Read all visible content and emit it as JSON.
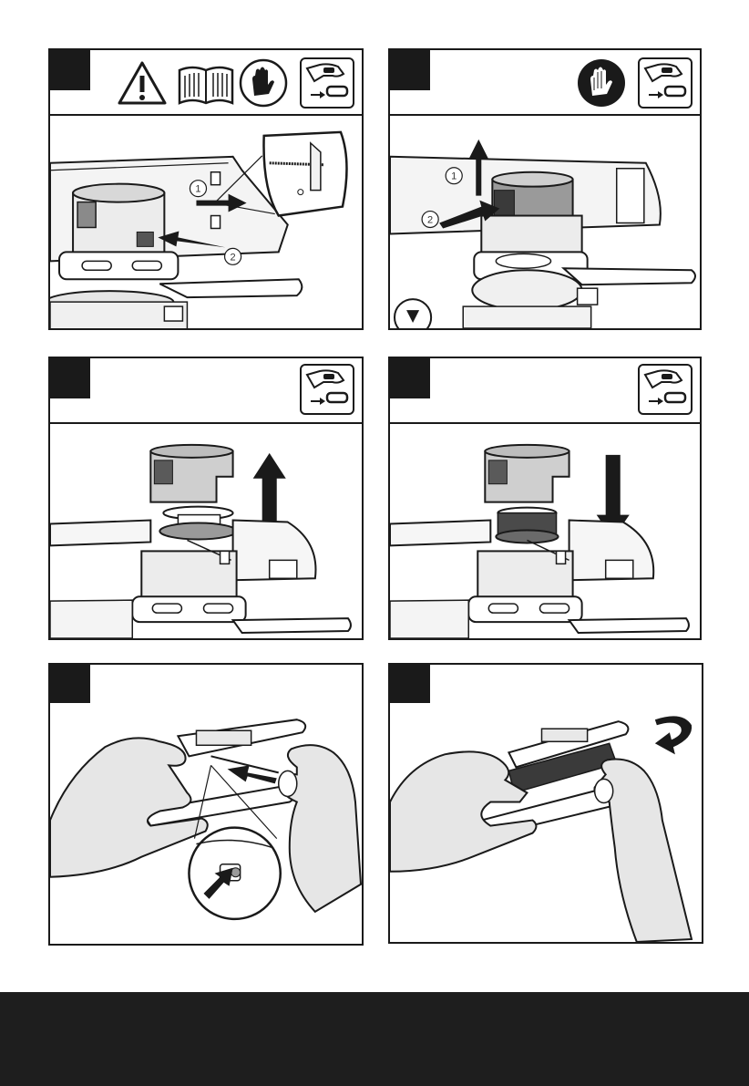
{
  "page": {
    "panels": [
      {
        "id": "step-1",
        "icons": [
          "warning-icon",
          "manual-icon",
          "gloves-icon",
          "unplug-icon"
        ],
        "callouts": [
          "1",
          "2"
        ]
      },
      {
        "id": "step-2",
        "icons": [
          "gloves-icon",
          "unplug-icon"
        ],
        "callouts": [
          "1",
          "2"
        ]
      },
      {
        "id": "step-3",
        "icons": [
          "unplug-icon"
        ],
        "callouts": []
      },
      {
        "id": "step-4",
        "icons": [
          "unplug-icon"
        ],
        "callouts": []
      },
      {
        "id": "step-5",
        "icons": [],
        "callouts": []
      },
      {
        "id": "step-6",
        "icons": [],
        "callouts": []
      }
    ],
    "colors": {
      "ink": "#1a1a1a",
      "footer": "#1e1e1e",
      "paper": "#ffffff"
    }
  },
  "labels": {
    "c1": "1",
    "c2": "2"
  }
}
